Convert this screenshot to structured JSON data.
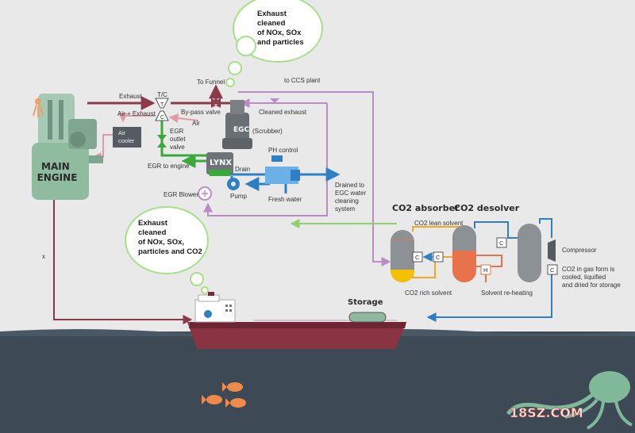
{
  "bubbles": {
    "top": [
      "Exhaust",
      "cleaned",
      "of NOx, SOx",
      "and particles"
    ],
    "mid": [
      "Exhaust",
      "cleaned",
      "of NOx, SOx,",
      "particles and CO2"
    ]
  },
  "engine": [
    "MAIN",
    "ENGINE"
  ],
  "labels": {
    "exhaust": "Exhaust",
    "tc": "T/C",
    "t": "T",
    "c": "C",
    "air_exhaust": "Air + Exhaust",
    "to_funnel": "To Funnel",
    "bypass": "By-pass valve",
    "air": "Air",
    "air_cooler": [
      "Air",
      "cooler"
    ],
    "egr_outlet": [
      "EGR",
      "outlet",
      "valve"
    ],
    "egr_to_engine": "EGR to engine",
    "lynx": "LYNX",
    "egc": "EGC",
    "scrubber": "(Scrubber)",
    "to_ccs": "to CCS plant",
    "cleaned_exhaust": "Cleaned exhaust",
    "ph_control": "PH control",
    "drain": "Drain",
    "pump": "Pump",
    "fresh_water": "Fresh water",
    "egr_blower": "EGR Blower",
    "drained_to": [
      "Drained to",
      "EGC water",
      "cleaning",
      "system"
    ],
    "x": "x",
    "co2_absorber": "CO2 absorber",
    "co2_desolver": "CO2 desolver",
    "co2_lean": "CO2 lean solvent",
    "co2_rich": "CO2 rich solvent",
    "solvent_reheating": "Solvent re-heating",
    "compressor": "Compressor",
    "co2_gas": [
      "CO2 in gas form is",
      "cooled, liquified",
      "and dried for storage"
    ],
    "storage": "Storage",
    "h": "H",
    "watermark": "18SZ.COM"
  },
  "colors": {
    "exhaust_line": "#8b3a4a",
    "air_line": "#e09aa8",
    "egr_line": "#3aa83a",
    "water_line": "#2f7fc4",
    "ccs_line": "#b98cc8",
    "co2_line": "#8fd16a",
    "lean_line": "#f5a623",
    "rich_line": "#e8734a",
    "sea": "#3d4a56",
    "hull": "#8a3342"
  }
}
